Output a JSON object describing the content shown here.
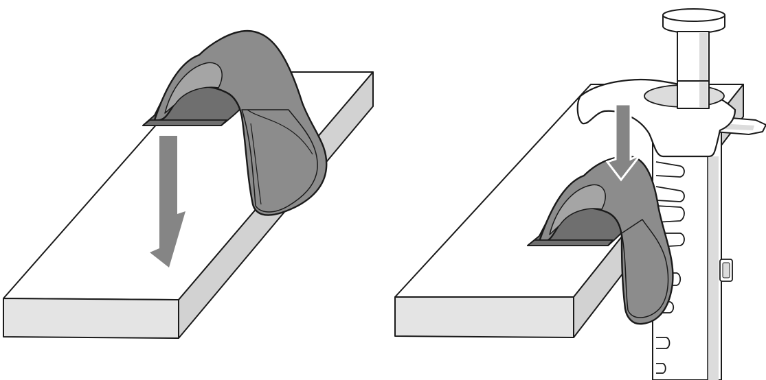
{
  "diagram": {
    "panels": [
      {
        "id": "left",
        "components": [
          "shelf",
          "finger-rest",
          "down-arrow"
        ]
      },
      {
        "id": "right",
        "components": [
          "shelf",
          "finger-rest",
          "pipette",
          "down-arrow"
        ]
      }
    ],
    "colors": {
      "outline": "#1a1a1a",
      "shelf_top": "#ffffff",
      "shelf_side": "#d2d2d2",
      "shelf_front": "#e4e4e4",
      "rest_fill": "#8c8c8c",
      "rest_dark": "#6f6f6f",
      "rest_light": "#a5a5a5",
      "arrow": "#858585",
      "pipette_body": "#ffffff",
      "pipette_shade": "#dcdcdc"
    }
  }
}
